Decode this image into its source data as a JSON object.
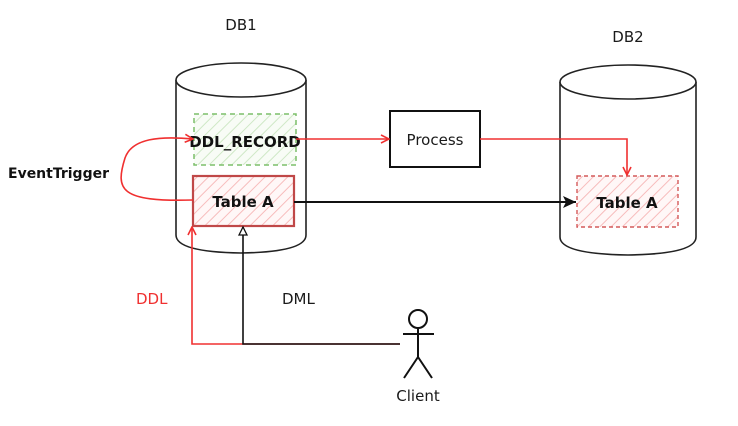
{
  "diagram": {
    "databases": [
      {
        "id": "db1",
        "label": "DB1"
      },
      {
        "id": "db2",
        "label": "DB2"
      }
    ],
    "nodes": {
      "ddl_record": "DDL_RECORD",
      "table_a_db1": "Table A",
      "process": "Process",
      "table_a_db2": "Table A"
    },
    "labels": {
      "event_trigger": "EventTrigger",
      "ddl": "DDL",
      "dml": "DML",
      "client": "Client"
    },
    "colors": {
      "red": "#f03030",
      "black": "#111111",
      "green_dashed": "#7cbf6a",
      "table_border": "#c04848",
      "hatch_red": "#f5b0b0",
      "hatch_green": "#c9e6c0"
    }
  }
}
